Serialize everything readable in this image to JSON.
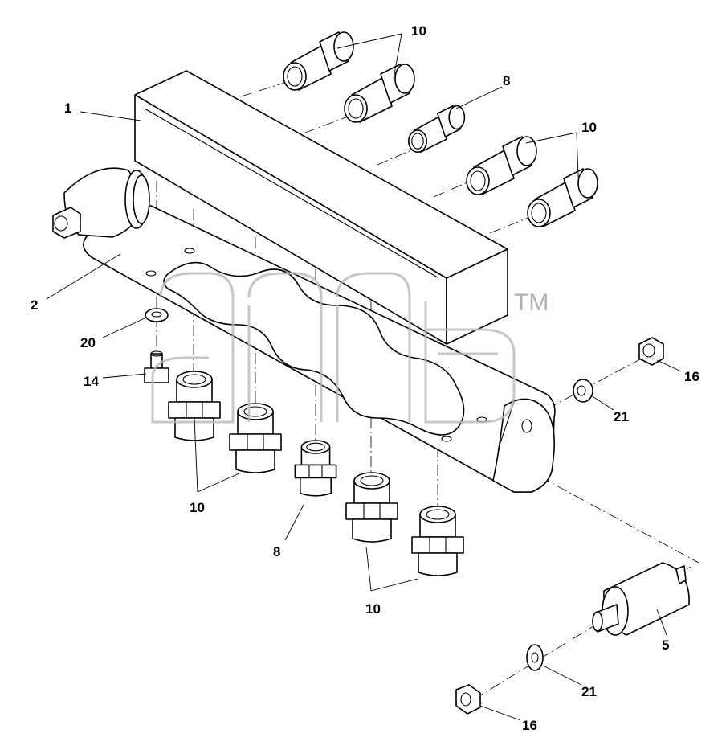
{
  "watermark": {
    "text": "TM"
  },
  "callouts": [
    {
      "id": "c1",
      "text": "1"
    },
    {
      "id": "c2",
      "text": "2"
    },
    {
      "id": "c20",
      "text": "20"
    },
    {
      "id": "c14",
      "text": "14"
    },
    {
      "id": "c10a",
      "text": "10"
    },
    {
      "id": "c8a",
      "text": "8"
    },
    {
      "id": "c10b",
      "text": "10"
    },
    {
      "id": "c10c",
      "text": "10"
    },
    {
      "id": "c8b",
      "text": "8"
    },
    {
      "id": "c10d",
      "text": "10"
    },
    {
      "id": "c16a",
      "text": "16"
    },
    {
      "id": "c21a",
      "text": "21"
    },
    {
      "id": "c5",
      "text": "5"
    },
    {
      "id": "c21b",
      "text": "21"
    },
    {
      "id": "c16b",
      "text": "16"
    }
  ]
}
